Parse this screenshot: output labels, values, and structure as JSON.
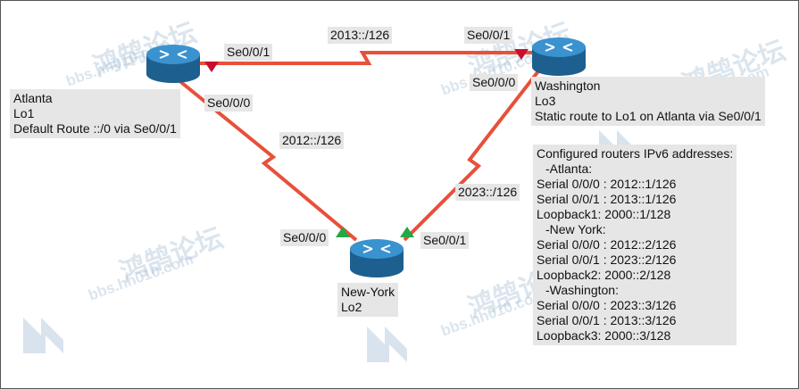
{
  "routers": {
    "atlanta": {
      "name": "Atlanta",
      "loopback": "Lo1",
      "note": "Default Route ::/0 via Se0/0/1"
    },
    "washington": {
      "name": "Washington",
      "loopback": "Lo3",
      "note": "Static route to Lo1 on Atlanta via Se0/0/1"
    },
    "newyork": {
      "name": "New-York",
      "loopback": "Lo2"
    }
  },
  "interfaces": {
    "atlanta_s001": "Se0/0/1",
    "atlanta_s000": "Se0/0/0",
    "washington_s001": "Se0/0/1",
    "washington_s000": "Se0/0/0",
    "newyork_s000": "Se0/0/0",
    "newyork_s001": "Se0/0/1"
  },
  "links": {
    "atl_wash": "2013::/126",
    "atl_ny": "2012::/126",
    "ny_wash": "2023::/126"
  },
  "config": {
    "title": "Configured routers IPv6 addresses:",
    "lines": [
      "-Atlanta:",
      "Serial 0/0/0 : 2012::1/126",
      "Serial 0/0/1 : 2013::1/126",
      "Loopback1: 2000::1/128",
      "-New York:",
      "Serial 0/0/0 : 2012::2/126",
      "Serial 0/0/1 : 2023::2/126",
      "Loopback2: 2000::2/128",
      "-Washington:",
      "Serial 0/0/0 : 2023::3/126",
      "Serial 0/0/1 : 2013::3/126",
      "Loopback3: 2000::3/128"
    ]
  },
  "watermark": {
    "brand": "鸿鹄论坛",
    "site": "bbs.hh010.com"
  },
  "colors": {
    "link": "#e8503a",
    "router": "#2a7fb8",
    "down_marker": "#c8102e",
    "up_marker": "#22a845"
  }
}
